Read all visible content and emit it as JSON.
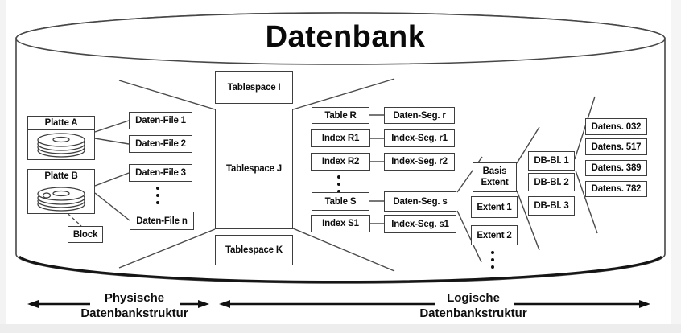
{
  "title": "Datenbank",
  "colors": {
    "stroke": "#3e3e3e",
    "text": "#0d0d0d",
    "background": "#ffffff",
    "shadow": "#151515"
  },
  "icons": {
    "platte_a": "disk-platter-icon",
    "platte_b": "disk-platter-icon",
    "block_marker": "block-marker-icon",
    "ellipsis": "vertical-ellipsis-dots"
  },
  "physical": {
    "disk_a": "Platte A",
    "disk_b": "Platte B",
    "block": "Block",
    "files": [
      "Daten-File 1",
      "Daten-File 2",
      "Daten-File 3",
      "Daten-File n"
    ]
  },
  "tablespaces": [
    "Tablespace I",
    "Tablespace J",
    "Tablespace K"
  ],
  "tables": [
    "Table R",
    "Index R1",
    "Index R2",
    "Table S",
    "Index S1"
  ],
  "segments": [
    "Daten-Seg. r",
    "Index-Seg. r1",
    "Index-Seg. r2",
    "Daten-Seg. s",
    "Index-Seg. s1"
  ],
  "extents": {
    "basis_line1": "Basis",
    "basis_line2": "Extent",
    "items": [
      "Extent 1",
      "Extent 2"
    ]
  },
  "db_blocks": [
    "DB-Bl. 1",
    "DB-Bl. 2",
    "DB-Bl. 3"
  ],
  "records": [
    "Datens. 032",
    "Datens. 517",
    "Datens. 389",
    "Datens. 782"
  ],
  "axis_labels": {
    "physical_line1": "Physische",
    "physical_line2": "Datenbankstruktur",
    "logical_line1": "Logische",
    "logical_line2": "Datenbankstruktur"
  }
}
